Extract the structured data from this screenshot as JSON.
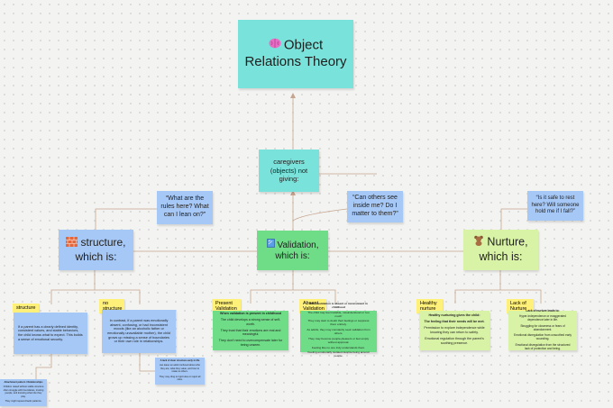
{
  "title": {
    "icon": "brain-icon",
    "line1": "Object",
    "line2": "Relations Theory"
  },
  "central": {
    "text": "caregivers (objects) not giving:"
  },
  "questions": {
    "rules": "“What are the rules here? What can I lean on?”",
    "inside": "“Can others see inside me? Do I matter to them?”",
    "safe": "“Is it safe to rest here? Will someone hold me if I fall?”"
  },
  "branches": {
    "structure": {
      "icon": "brick-wall-icon",
      "line1": "structure,",
      "line2": "which is:"
    },
    "validation": {
      "icon": "mirror-icon",
      "line1": "Validation,",
      "line2": "which is:"
    },
    "nurture": {
      "icon": "teddy-bear-icon",
      "line1": "Nurture,",
      "line2": "which is:"
    }
  },
  "tags": {
    "structure": "structure",
    "no_structure": "no structure",
    "present_validation": "Present Validation",
    "absent_validation": "Absent Validation",
    "healthy_nurture": "Healthy nurture",
    "lack_nurture": "Lack of Nurture"
  },
  "notes": {
    "structure": "If a parent has a clearly defined identity, consistent values, and stable behaviors, the child knows what to expect. This builds a sense of emotional security.",
    "no_structure": "In contrast, if a parent was emotionally absent, confusing, or had inconsistent moods (like an alcoholic father or emotionally unavailable mother), the child grows up missing a sense of boundaries or their own role in relationships.",
    "present_validation": [
      "When validation is present in childhood",
      "The child develops a strong sense of self-worth.",
      "They trust that their emotions are real and meaningful.",
      "They don't need to overcompensate later for being unseen."
    ],
    "absent_validation": [
      "When validation is absent or inconsistent in childhood",
      "The child may feel invisible, misunderstood or 'too much'",
      "They may start to doubt their feelings or suppress them entirely.",
      "As adults, they may constantly seek validation from others.",
      "They may become people-pleasers or feel empty without approval.",
      "Feeling like no one truly understands them.",
      "Feeling emotionally isolated despite being around people."
    ],
    "healthy_nurture": [
      "Healthy nurturing gives the child:",
      "The feeling that their needs will be met.",
      "Permission to explore independence while knowing they can return to safety.",
      "Emotional regulation through the parent's soothing presence."
    ],
    "lack_nurture": [
      "Lack of nurture leads to:",
      "Hyper-independence or exaggerated dependence later in life.",
      "Struggling for closeness or fears of abandonment.",
      "Emotional disregulation from unsoothed early wounding.",
      "Emotional disregulation from the structured lack of protection and being."
    ],
    "bottom_left": [
      "Attachment pattern / Relationships",
      "Children raised without stable structure often struggle with boundaries, trusting people, and knowing what role they play.",
      "They might repeat chaotic patterns."
    ],
    "bottom_mid": [
      "A lack of clear structure early in life",
      "can leave an adult confused about who they are, what they value, and how to relate to others.",
      "They may cling to rigid rules or reject all rules."
    ]
  },
  "colors": {
    "canvas": "#f3f3f1",
    "teal": "#79e2da",
    "blue": "#a6c8f6",
    "green": "#6fdc87",
    "lime": "#d8f2a6",
    "yellow": "#fff07a",
    "connector": "#c6a58e"
  }
}
